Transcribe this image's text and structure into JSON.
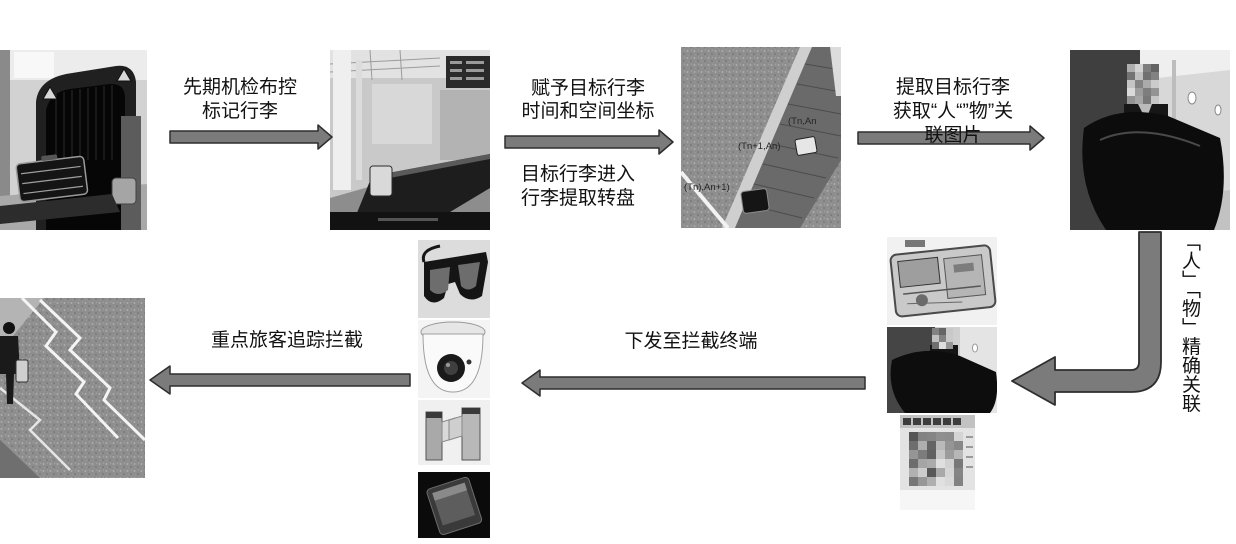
{
  "flow": {
    "mark_baggage": {
      "lines": [
        "先期机检布控",
        "标记行李"
      ]
    },
    "assign_coordinates": {
      "lines": [
        "赋予目标行李",
        "时间和空间坐标"
      ]
    },
    "enter_carousel": {
      "lines": [
        "目标行李进入",
        "行李提取转盘"
      ]
    },
    "extract_association_images": {
      "lines": [
        "提取目标行李",
        "获取“人“”物”关",
        "联图片"
      ]
    },
    "precise_association": "「人」「物」精确关联",
    "dispatch_to_terminals": "下发至拦截终端",
    "track_and_intercept": "重点旅客追踪拦截"
  },
  "carousel_tags": [
    "(Tn,An",
    "(Tn+1,An)",
    "(Tn),An+1)"
  ],
  "terminal_devices": [
    {
      "icon": "vr-glasses-icon"
    },
    {
      "icon": "dome-camera-icon"
    },
    {
      "icon": "turnstile-gate-icon"
    },
    {
      "icon": "handheld-terminal-icon"
    }
  ],
  "colors": {
    "arrow_fill": "#7b7b7b",
    "arrow_outline": "#2e2e2e",
    "label_text": "#111111",
    "background": "#ffffff"
  }
}
